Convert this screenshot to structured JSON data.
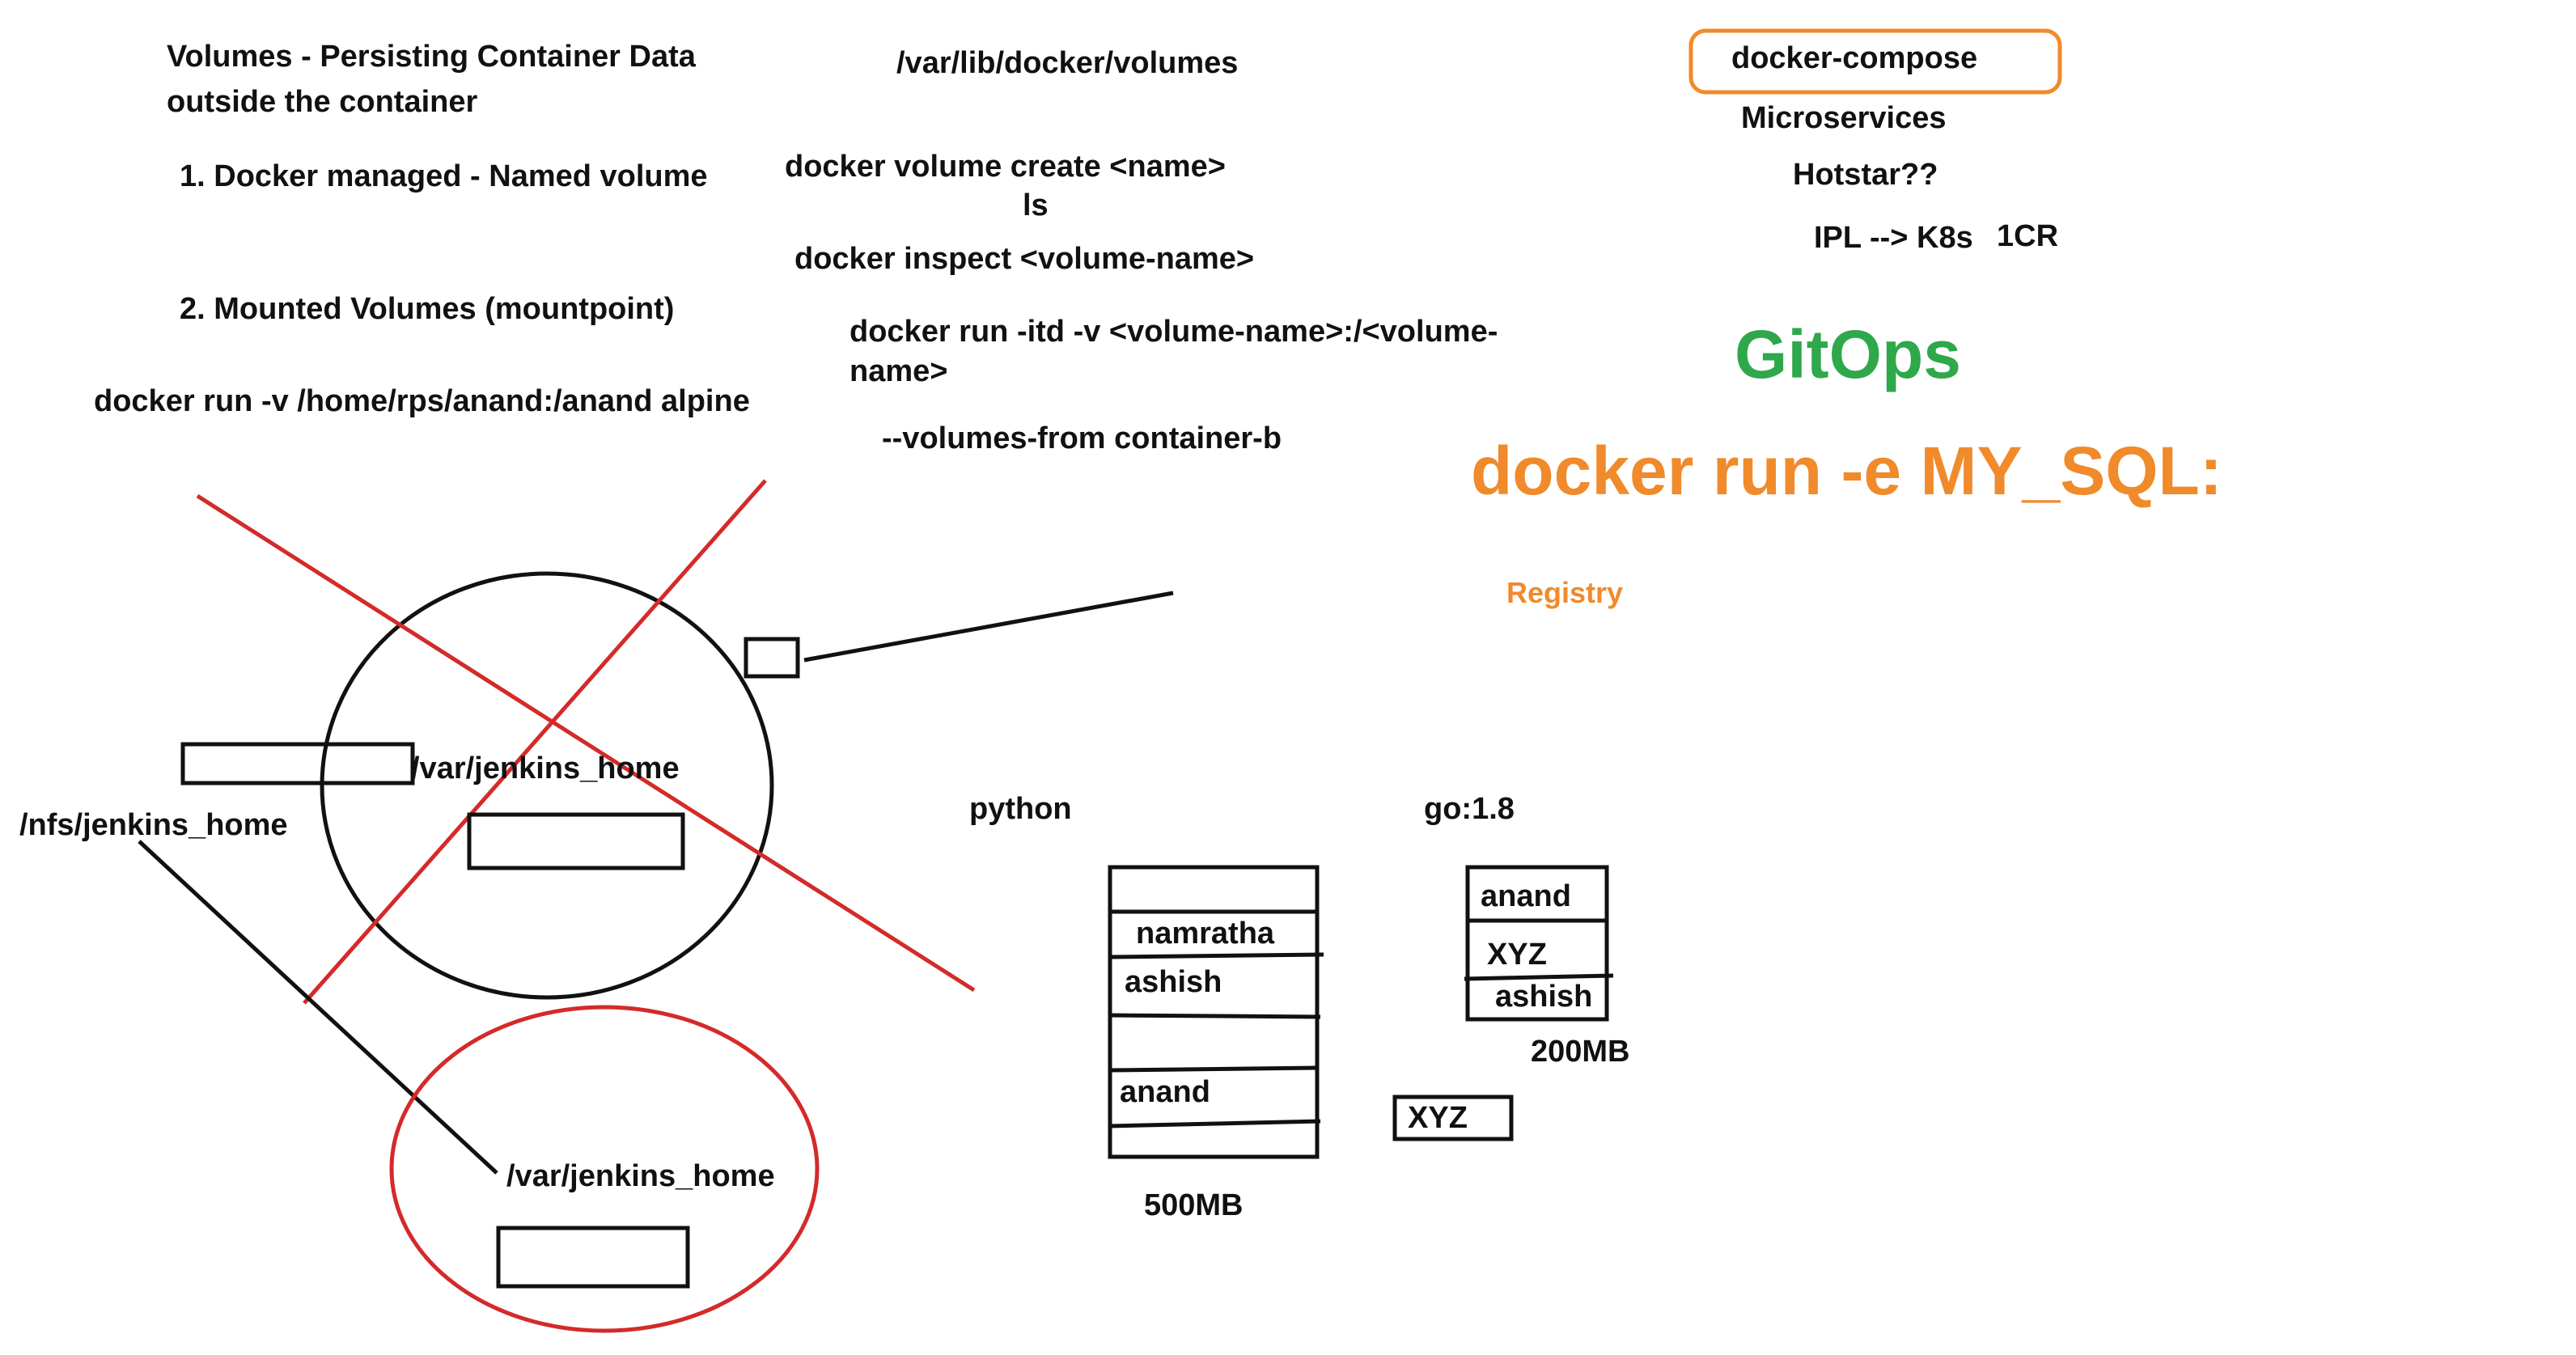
{
  "notes": {
    "title_line1": "Volumes - Persisting Container Data",
    "title_line2": "outside the container",
    "named_volume": "1. Docker managed - Named volume",
    "mounted_volumes": "2. Mounted Volumes (mountpoint)",
    "run_mount_cmd": "docker run -v /home/rps/anand:/anand alpine",
    "volumes_path": "/var/lib/docker/volumes",
    "volume_create": "docker volume create <name>",
    "ls": "ls",
    "inspect": "docker inspect <volume-name>",
    "run_itd": "docker run -itd -v <volume-name>:/<volume-name>",
    "volumes_from": "--volumes-from container-b",
    "docker_compose": "docker-compose",
    "microservices": "Microservices",
    "hotstar": "Hotstar??",
    "ipl_k8s": "IPL --> K8s",
    "one_cr": "1CR",
    "gitops": "GitOps",
    "docker_run_env": "docker run -e MY_SQL:",
    "registry": "Registry",
    "var_jenkins_home_1": "/var/jenkins_home",
    "nfs_jenkins_home": "/nfs/jenkins_home",
    "var_jenkins_home_2": "/var/jenkins_home"
  },
  "image_stacks": {
    "python": {
      "label": "python",
      "layers": [
        "namratha",
        "ashish",
        "anand"
      ],
      "size": "500MB"
    },
    "go": {
      "label": "go:1.8",
      "layers": [
        "anand",
        "XYZ",
        "ashish"
      ],
      "size": "200MB"
    },
    "xyz_box": "XYZ"
  },
  "colors": {
    "ink": "#111111",
    "red": "#d42a2a",
    "green": "#2ea84a",
    "orange": "#f08a2b"
  }
}
